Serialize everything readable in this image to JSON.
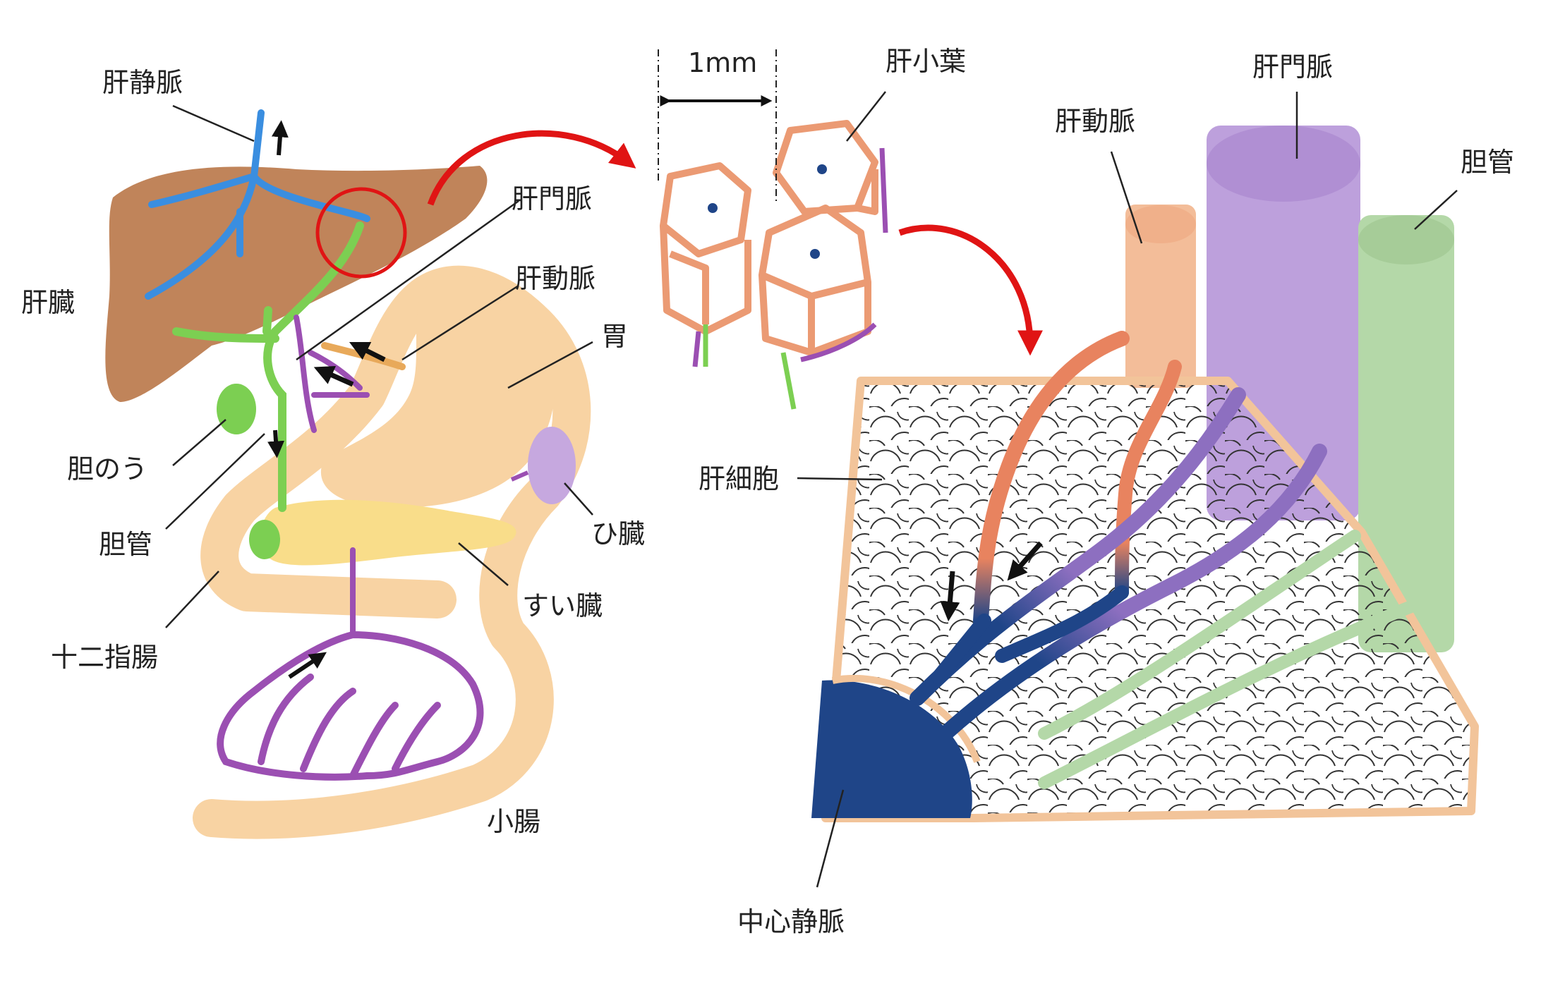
{
  "labels": {
    "hepatic_vein": "肝静脈",
    "liver": "肝臓",
    "gallbladder": "胆のう",
    "bile_duct_left": "胆管",
    "duodenum": "十二指腸",
    "portal_vein_left": "肝門脈",
    "hepatic_artery_left": "肝動脈",
    "stomach": "胃",
    "spleen": "ひ臓",
    "pancreas": "すい臓",
    "small_intestine": "小腸",
    "scale": "1mm",
    "lobule": "肝小葉",
    "hepatocyte": "肝細胞",
    "central_vein": "中心静脈",
    "hepatic_artery_right": "肝動脈",
    "portal_vein_right": "肝門脈",
    "bile_duct_right": "胆管"
  },
  "colors": {
    "liver": "#c0845a",
    "intestine": "#f8d3a3",
    "pancreas": "#f9dd8a",
    "spleen": "#c6a8df",
    "hepatic_vein": "#3a8ee0",
    "bile": "#7ccf52",
    "portal": "#9b4fb2",
    "artery": "#e8a95a",
    "lobule": "#eb9a73",
    "tissue_border": "#f2c49a",
    "central_vein": "#1f4588",
    "artery_tube": "#f3bd99",
    "portal_tube": "#bda0dc",
    "bile_tube": "#b4d8a8",
    "arrow_red": "#e01414"
  }
}
